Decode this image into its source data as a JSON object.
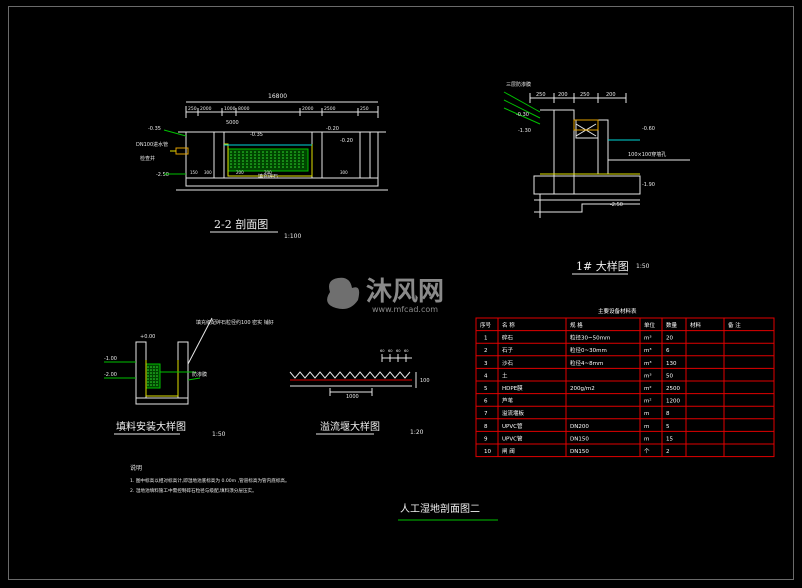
{
  "section22": {
    "title": "2-2  剖面图",
    "scale": "1:100",
    "dims_top": [
      "250",
      "2000",
      "1000",
      "8000",
      "2000",
      "2500",
      "250"
    ],
    "total": "16800",
    "inner": "5000",
    "levels": [
      "-0.35",
      "-0.35",
      "-0.20",
      "-0.20",
      "-2.50"
    ],
    "inlet_label": "DN100进水管",
    "box_label": "检查井",
    "media_label": "填充碎石",
    "bottom_dims": [
      "150",
      "300",
      "200",
      "200",
      "300"
    ]
  },
  "detail1": {
    "title": "1# 大样图",
    "scale": "1:50",
    "note_top": "三层防渗膜",
    "levels": [
      "-0.30",
      "-1.30",
      "-0.60",
      "-1.90",
      "-2.50"
    ],
    "dims": [
      "250",
      "200",
      "250",
      "200"
    ],
    "pipe_label": "100×100穿墙孔"
  },
  "detail2": {
    "title": "填料安装大样图",
    "scale": "1:50",
    "callout": "填充级配碎石粒径约100  密实 铺好",
    "levels": [
      "+0.00",
      "-1.00",
      "-2.00"
    ],
    "side_label": "防渗膜"
  },
  "detail3": {
    "title": "溢流堰大样图",
    "scale": "1:20",
    "dim": "1000",
    "dims_top": [
      "60",
      "60",
      "60",
      "60"
    ],
    "right_dim": "100"
  },
  "notes": {
    "heading": "说明",
    "lines": [
      "1.   图中标高以相对标高计,即湿地池底标高为  0.00m  ,管道标高为管内底标高。",
      "2.   湿地池填料施工中需控制碎石粒径与级配,填料须分层压实。"
    ]
  },
  "main_title": "人工湿地剖面图二",
  "watermark": {
    "text_cn": "沐风网",
    "text_en": "www.mfcad.com"
  },
  "table": {
    "caption": "主要设备材料表",
    "headers": [
      "序号",
      "名  称",
      "规  格",
      "单位",
      "数量",
      "材料",
      "备 注"
    ],
    "rows": [
      [
        "1",
        "碎石",
        "粒径30~50mm",
        "m³",
        "20",
        "",
        ""
      ],
      [
        "2",
        "石子",
        "粒径0~30mm",
        "m³",
        "6",
        "",
        ""
      ],
      [
        "3",
        "沙石",
        "粒径4~8mm",
        "m³",
        "130",
        "",
        ""
      ],
      [
        "4",
        "土",
        "",
        "m³",
        "50",
        "",
        ""
      ],
      [
        "5",
        "HDPE膜",
        "200g/m2",
        "m²",
        "2500",
        "",
        ""
      ],
      [
        "6",
        "芦苇",
        "",
        "m²",
        "1200",
        "",
        ""
      ],
      [
        "7",
        "溢流堰板",
        "",
        "m",
        "8",
        "",
        ""
      ],
      [
        "8",
        "UPVC管",
        "DN200",
        "m",
        "5",
        "",
        ""
      ],
      [
        "9",
        "UPVC管",
        "DN150",
        "m",
        "15",
        "",
        ""
      ],
      [
        "10",
        "闸 阀",
        "DN150",
        "个",
        "2",
        "",
        ""
      ]
    ]
  }
}
